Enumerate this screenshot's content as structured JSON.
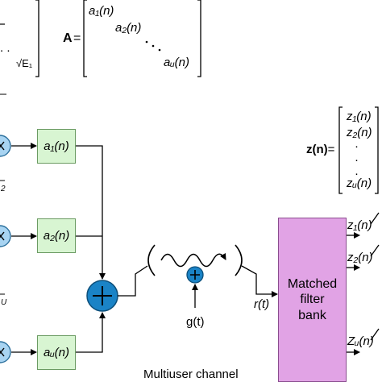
{
  "top": {
    "matrix_A_label": "A",
    "equals": "=",
    "diag_1": "a₁(n)",
    "diag_2": "a₂(n)",
    "diag_u": "aᵤ(n)",
    "sqrt_label": "√E₁",
    "partial_dots": ". ."
  },
  "z_vector": {
    "label": "z(n)",
    "equals": "=",
    "entries": [
      "z₁(n)",
      "z₂(n)",
      "·",
      "·",
      "·",
      "zᵤ(n)"
    ]
  },
  "blocks": {
    "gain_1": "a₁(n)",
    "gain_2": "a₂(n)",
    "gain_u": "aᵤ(n)",
    "left_sub_2": "2",
    "left_sub_u": "U"
  },
  "channel": {
    "title": "Multiuser channel",
    "noise_label": "g(t)",
    "received_label": "r(t)"
  },
  "matched_filter": {
    "line1": "Matched",
    "line2": "filter",
    "line3": "bank"
  },
  "outputs": [
    "z₁(n)",
    "z₂(n)",
    "Zᵤ(n)"
  ],
  "colors": {
    "gain_fill": "#d8f5d2",
    "gain_border": "#6b9b63",
    "adder_fill": "#1a83c6",
    "matched_fill": "#e1a3e5",
    "source_fill": "#a8d4f2"
  }
}
